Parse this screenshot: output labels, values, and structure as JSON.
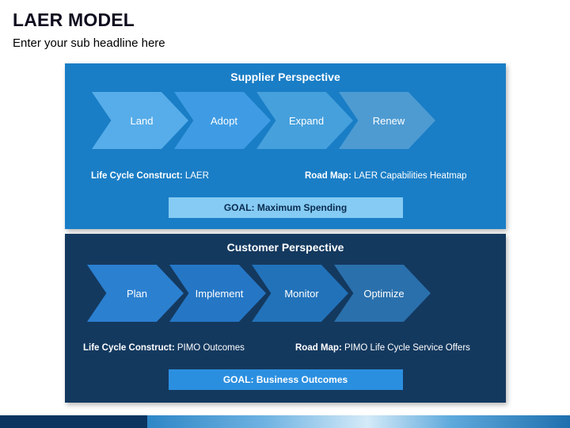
{
  "header": {
    "title": "LAER MODEL",
    "subtitle": "Enter your sub headline here"
  },
  "panels": [
    {
      "title": "Supplier Perspective",
      "arrows": [
        "Land",
        "Adopt",
        "Expand",
        "Renew"
      ],
      "construct_label": "Life Cycle Construct:",
      "construct_value": " LAER",
      "roadmap_label": "Road Map:",
      "roadmap_value": " LAER Capabilities Heatmap",
      "goal": "GOAL: Maximum Spending"
    },
    {
      "title": "Customer Perspective",
      "arrows": [
        "Plan",
        "Implement",
        "Monitor",
        "Optimize"
      ],
      "construct_label": "Life Cycle Construct:",
      "construct_value": " PIMO Outcomes",
      "roadmap_label": "Road Map:",
      "roadmap_value": " PIMO Life Cycle Service Offers",
      "goal": "GOAL: Business Outcomes"
    }
  ],
  "colors": {
    "panel_top_bg": "#1a7ec6",
    "panel_bottom_bg": "#14395f",
    "arrow_t0": "#57ade9",
    "arrow_t1": "#3f9ce4",
    "arrow_t2": "#46a0dc",
    "arrow_t3": "#4e9bd2",
    "arrow_b0": "#2b80d0",
    "arrow_b1": "#2577c6",
    "arrow_b2": "#2272ba",
    "arrow_b3": "#2a70ac",
    "goal_top_bg": "#85cbf3",
    "goal_top_text": "#0a2b50",
    "goal_bottom_bg": "#2b8fe0",
    "goal_bottom_text": "#ffffff",
    "footer_dark": "#0c3560"
  }
}
